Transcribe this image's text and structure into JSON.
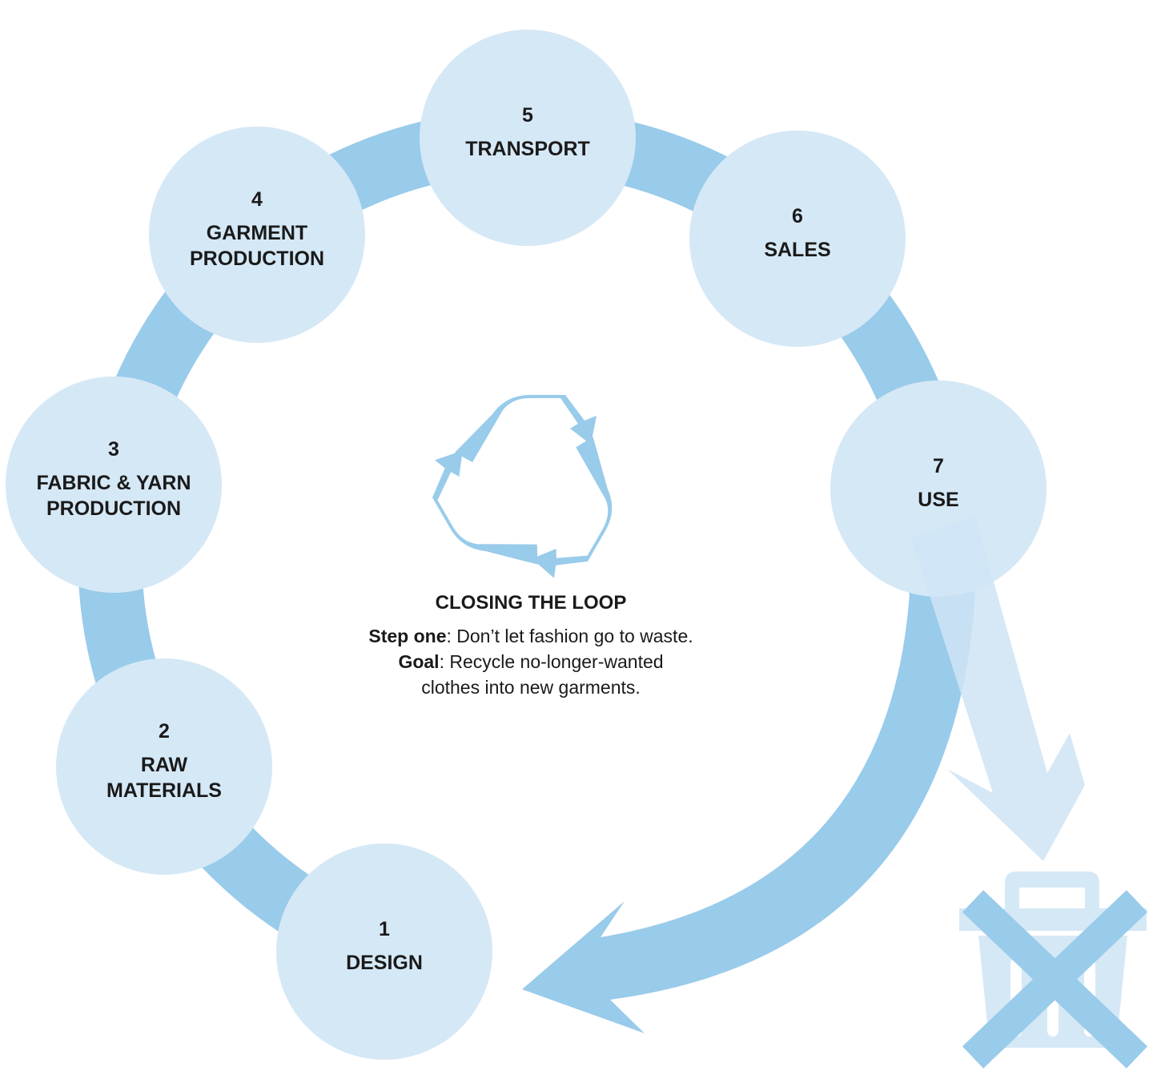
{
  "colors": {
    "ring": "#99cbea",
    "node_fill": "#d5e8f6",
    "light_arrow": "#cfe4f5",
    "bin": "#d5e8f6",
    "cross": "#99cbea",
    "text": "#1a1a1a"
  },
  "steps": [
    {
      "number": "1",
      "lines": [
        "DESIGN"
      ]
    },
    {
      "number": "2",
      "lines": [
        "RAW",
        "MATERIALS"
      ]
    },
    {
      "number": "3",
      "lines": [
        "FABRIC & YARN",
        "PRODUCTION"
      ]
    },
    {
      "number": "4",
      "lines": [
        "GARMENT",
        "PRODUCTION"
      ]
    },
    {
      "number": "5",
      "lines": [
        "TRANSPORT"
      ]
    },
    {
      "number": "6",
      "lines": [
        "SALES"
      ]
    },
    {
      "number": "7",
      "lines": [
        "USE"
      ]
    }
  ],
  "center": {
    "title": "CLOSING THE LOOP",
    "step_one_label": "Step one",
    "step_one_text": ": Don’t let fashion go to waste.",
    "goal_label": "Goal",
    "goal_text": ": Recycle no-longer-wanted",
    "goal_text_2": "clothes into new garments."
  },
  "icons": {
    "center": "recycle-icon",
    "waste": "trash-bin-icon",
    "waste_mark": "cross-icon",
    "flow_arrow": "arrow-icon"
  }
}
